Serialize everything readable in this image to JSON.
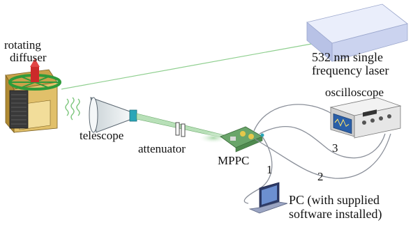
{
  "labels": {
    "rotating_diffuser_line1": "rotating",
    "rotating_diffuser_line2": "diffuser",
    "laser_line1": "532 nm single",
    "laser_line2": "frequency laser",
    "oscilloscope": "oscilloscope",
    "telescope": "telescope",
    "attenuator": "attenuator",
    "mppc": "MPPC",
    "pc_line1": "PC (with supplied",
    "pc_line2": "software installed)",
    "cable_1": "1",
    "cable_2": "2",
    "cable_3": "3"
  },
  "colors": {
    "laser_body": "#cfd6f0",
    "laser_beam": "#8fcf8f",
    "diffuser_frame": "#c9a24a",
    "diffuser_wheel": "#2f9a3a",
    "diffuser_rotor": "#cc2a2a",
    "telescope_body": "#e9eef0",
    "telescope_ring": "#2aa6b8",
    "mppc_board": "#6aa56a",
    "oscilloscope_body": "#e6e6e6",
    "oscilloscope_screen": "#2a5fa8",
    "laptop_body": "#9aa4c2",
    "cable": "#8a8f99"
  }
}
